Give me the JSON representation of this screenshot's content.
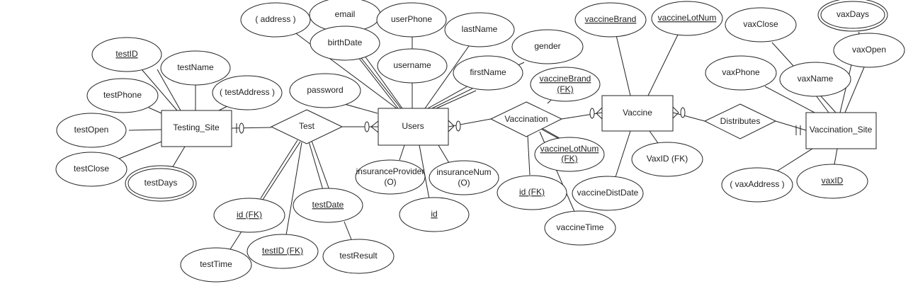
{
  "entities": {
    "testing_site": "Testing_Site",
    "users": "Users",
    "vaccine": "Vaccine",
    "vaccination_site": "Vaccination_Site"
  },
  "relationships": {
    "test": "Test",
    "vaccination": "Vaccination",
    "distributes": "Distributes"
  },
  "attributes": {
    "address": "( address )",
    "email": "email",
    "user_phone": "userPhone",
    "last_name": "lastName",
    "birth_date": "birthDate",
    "username": "username",
    "gender": "gender",
    "first_name": "firstName",
    "password": "password",
    "insurance_provider": [
      "insuranceProvider",
      "(O)"
    ],
    "insurance_num": [
      "insuranceNum",
      "(O)"
    ],
    "user_id": "id",
    "test_id": "testID",
    "test_name": "testName",
    "test_phone": "testPhone",
    "test_address": "( testAddress )",
    "test_open": "testOpen",
    "test_close": "testClose",
    "test_days": "testDays",
    "test_user_id_fk": "id (FK)",
    "test_date": "testDate",
    "test_test_id_fk": "testID (FK)",
    "test_time": "testTime",
    "test_result": "testResult",
    "vaccine_brand": "vaccineBrand",
    "vaccine_lot_num": "vaccineLotNum",
    "vaxid_fk": "VaxID (FK)",
    "vaccine_dist_date": "vaccineDistDate",
    "vaccination_brand_fk": [
      "vaccineBrand",
      "(FK)"
    ],
    "vaccination_lot_fk": [
      "vaccineLotNum",
      "(FK)"
    ],
    "vaccination_user_id_fk": "id (FK)",
    "vaccine_time": "vaccineTime",
    "vax_days": "vaxDays",
    "vax_close": "vaxClose",
    "vax_open": "vaxOpen",
    "vax_phone": "vaxPhone",
    "vax_name": "vaxName",
    "vax_address": "( vaxAddress )",
    "vax_id": "vaxID"
  }
}
